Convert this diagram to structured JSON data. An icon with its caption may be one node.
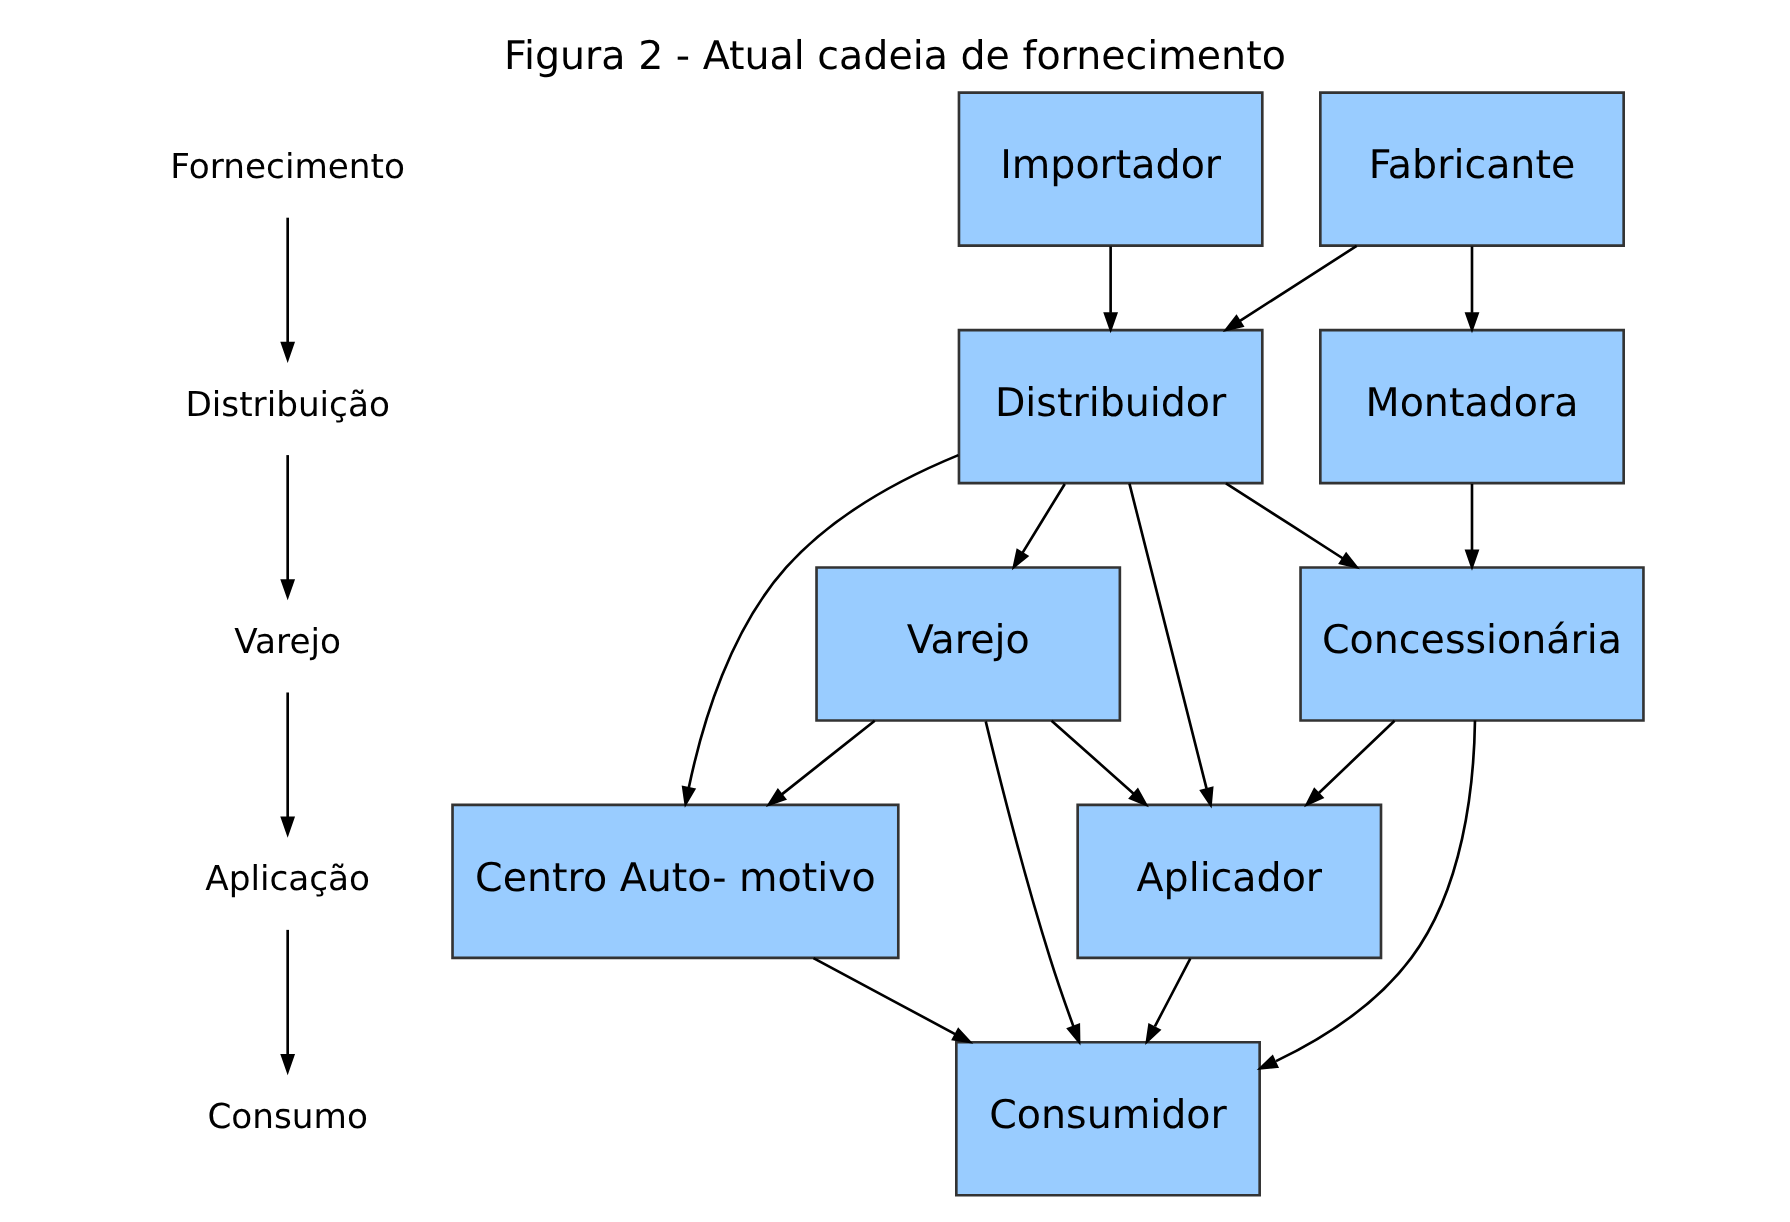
{
  "diagram": {
    "title": "Figura 2 - Atual cadeia de fornecimento",
    "nodes": [
      {
        "text": [
          "Fornecimento"
        ]
      },
      {
        "text": [
          "Distribuição"
        ]
      },
      {
        "text": [
          "Varejo"
        ]
      },
      {
        "text": [
          "Aplicação"
        ]
      },
      {
        "text": [
          "Consumo"
        ]
      },
      {
        "text": [
          "Importador"
        ]
      },
      {
        "text": [
          "Fabricante"
        ]
      },
      {
        "text": [
          "Distribuidor"
        ]
      },
      {
        "text": [
          "Montadora"
        ]
      },
      {
        "text": [
          "Centro Auto- motivo"
        ]
      },
      {
        "text": [
          "Varejo"
        ]
      },
      {
        "text": [
          "Concessionária"
        ]
      },
      {
        "text": [
          "Aplicador"
        ]
      },
      {
        "text": [
          "Consumidor"
        ]
      }
    ],
    "edges": [
      {
        "from": 0,
        "to": 1,
        "arrow": "to"
      },
      {
        "from": 1,
        "to": 2,
        "arrow": "to"
      },
      {
        "from": 2,
        "to": 3,
        "arrow": "to"
      },
      {
        "from": 3,
        "to": 4,
        "arrow": "to"
      },
      {
        "from": 5,
        "to": 7,
        "arrow": "to"
      },
      {
        "from": 6,
        "to": 7,
        "arrow": "to"
      },
      {
        "from": 6,
        "to": 8,
        "arrow": "to"
      },
      {
        "from": 7,
        "to": 9,
        "arrow": "to"
      },
      {
        "from": 7,
        "to": 10,
        "arrow": "to"
      },
      {
        "from": 7,
        "to": 11,
        "arrow": "to"
      },
      {
        "from": 8,
        "to": 11,
        "arrow": "to"
      },
      {
        "from": 10,
        "to": 9,
        "arrow": "to"
      },
      {
        "from": 10,
        "to": 12,
        "arrow": "to"
      },
      {
        "from": 7,
        "to": 12,
        "arrow": "to"
      },
      {
        "from": 11,
        "to": 12,
        "arrow": "to"
      },
      {
        "from": 9,
        "to": 13,
        "arrow": "to"
      },
      {
        "from": 10,
        "to": 13,
        "arrow": "to"
      },
      {
        "from": 12,
        "to": 13,
        "arrow": "to"
      },
      {
        "from": 11,
        "to": 13,
        "arrow": "to"
      }
    ]
  }
}
